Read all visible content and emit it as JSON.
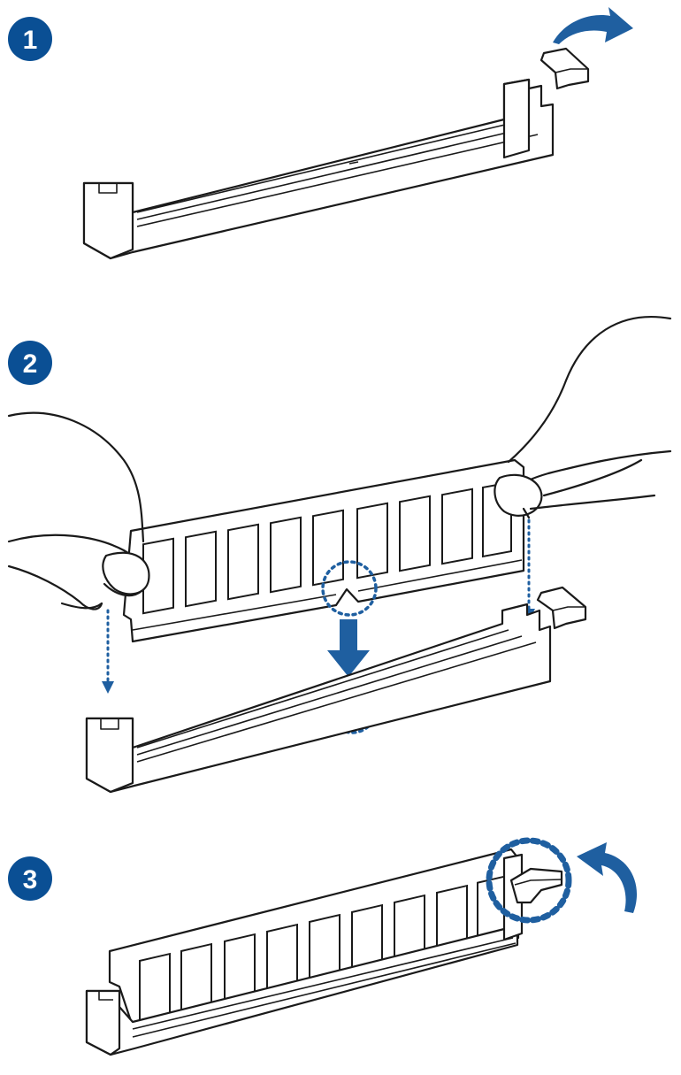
{
  "steps": [
    {
      "number": "1"
    },
    {
      "number": "2"
    },
    {
      "number": "3"
    }
  ],
  "colors": {
    "badge": "#0a4f94",
    "accent": "#1f5fa0",
    "line": "#1a1a1a"
  }
}
